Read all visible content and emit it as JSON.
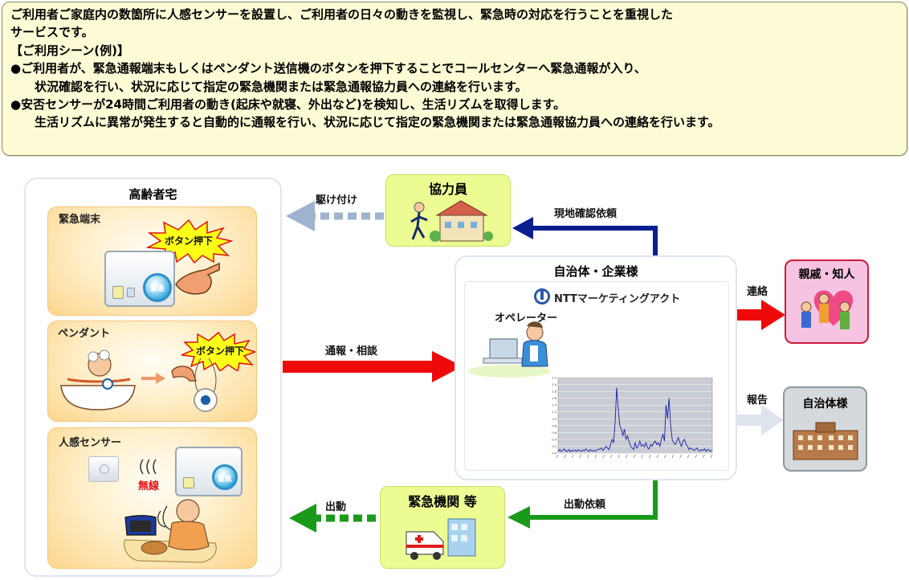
{
  "intro": {
    "line1": "ご利用者ご家庭内の数箇所に人感センサーを設置し、ご利用者の日々の動きを監視し、緊急時の対応を行うことを重視した",
    "line2": "サービスです。",
    "line3": "【ご利用シーン(例)】",
    "line4": "●ご利用者が、緊急通報端末もしくはペンダント送信機のボタンを押下することでコールセンターへ緊急通報が入り、",
    "line5": "状況確認を行い、状況に応じて指定の緊急機関または緊急通報協力員への連絡を行います。",
    "line6": "●安否センサーが24時間ご利用者の動き(起床や就寝、外出など)を検知し、生活リズムを取得します。",
    "line7": "生活リズムに異常が発生すると自動的に通報を行い、状況に応じて指定の緊急機関または緊急通報協力員への連絡を行います。"
  },
  "home": {
    "title": "高齢者宅",
    "terminal": {
      "label": "緊急端末",
      "burst": "ボタン押下",
      "button_text": "緊急"
    },
    "pendant": {
      "label": "ペンダント",
      "burst": "ボタン押下"
    },
    "sensor": {
      "label": "人感センサー",
      "wireless": "無線",
      "button_text": "緊急"
    }
  },
  "helper": {
    "title": "協力員"
  },
  "center": {
    "title": "自治体・企業様",
    "logo": "NTTマーケティングアクト",
    "operator": "オペレーター"
  },
  "relatives": {
    "title": "親戚・知人"
  },
  "municipality": {
    "title": "自治体様"
  },
  "emergency": {
    "title": "緊急機関 等"
  },
  "arrows": {
    "rush": "駆け付け",
    "onsite": "現地確認依頼",
    "report_consult": "通報・相談",
    "contact": "連絡",
    "report": "報告",
    "dispatch_request": "出動依頼",
    "dispatch": "出動"
  },
  "colors": {
    "red": "#ee0a0a",
    "navy": "#0a1f8f",
    "green": "#1a9a1a",
    "light_blue_arrow": "#9fb3cf",
    "grey_arrow": "#dde4ec"
  },
  "chart_data": {
    "type": "line",
    "title": "",
    "xlabel": "",
    "ylabel": "",
    "ylim": [
      0,
      2.2
    ],
    "series": [
      {
        "values": [
          0.05,
          0.1,
          0.05,
          0.08,
          0.12,
          0.06,
          0.05,
          0.1,
          0.04,
          0.08,
          0.06,
          0.09,
          0.05,
          0.1,
          0.07,
          0.05,
          0.09,
          0.06,
          0.12,
          0.08,
          0.05,
          0.1,
          0.06,
          0.08,
          0.05,
          0.09,
          0.1,
          0.12,
          0.15,
          0.08,
          0.12,
          0.2,
          0.15,
          0.1,
          0.25,
          0.4,
          0.3,
          0.9,
          1.9,
          1.3,
          0.8,
          0.7,
          0.5,
          0.7,
          0.4,
          0.5,
          0.35,
          0.2,
          0.15,
          0.1,
          0.3,
          0.15,
          0.2,
          0.35,
          0.2,
          0.25,
          0.18,
          0.3,
          0.15,
          0.12,
          0.25,
          0.2,
          0.3,
          0.35,
          0.25,
          0.3,
          0.2,
          0.4,
          0.55,
          0.35,
          1.4,
          1.0,
          1.6,
          0.8,
          0.4,
          0.3,
          0.25,
          0.35,
          0.45,
          0.3,
          0.2,
          0.35,
          0.4,
          0.25,
          0.2,
          0.1,
          0.15,
          0.12,
          0.08,
          0.1,
          0.15,
          0.08,
          0.06,
          0.1,
          0.08,
          0.12,
          0.05,
          0.1,
          0.08,
          0.06,
          0.05
        ]
      }
    ]
  }
}
